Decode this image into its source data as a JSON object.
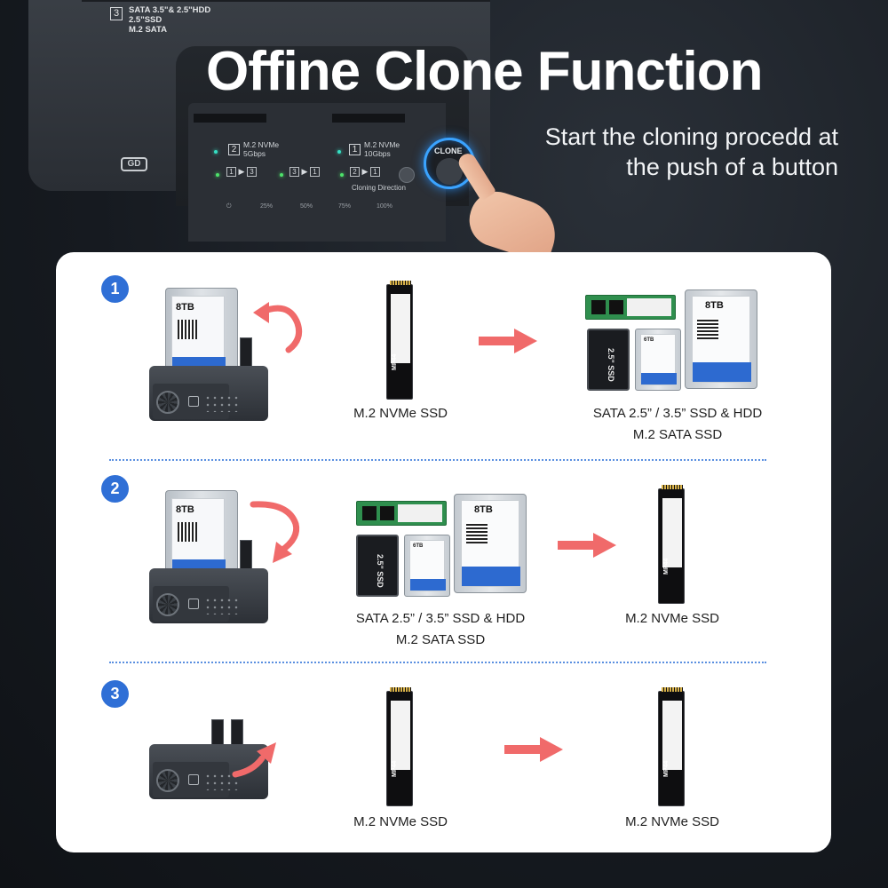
{
  "hero": {
    "headline": "Offine Clone Function",
    "subline_1": "Start the cloning procedd at",
    "subline_2": "the push of a button",
    "device": {
      "spec_num": "3",
      "spec_line_1": "SATA 3.5\"& 2.5\"HDD",
      "spec_line_2": "2.5\"SSD",
      "spec_line_3": "M.2 SATA",
      "logo": "GD",
      "port2_num": "2",
      "port2_line_1": "M.2 NVMe",
      "port2_line_2": "5Gbps",
      "port1_num": "1",
      "port1_line_1": "M.2 NVMe",
      "port1_line_2": "10Gbps",
      "dir_1_from": "1",
      "dir_1_to": "3",
      "dir_2_from": "3",
      "dir_2_to": "1",
      "dir_3_from": "2",
      "dir_3_to": "1",
      "cloning_direction": "Cloning Direction",
      "clone_button": "CLONE",
      "pct_0": "⏻",
      "pct_25": "25%",
      "pct_50": "50%",
      "pct_75": "75%",
      "pct_100": "100%"
    }
  },
  "steps": [
    {
      "number": "1",
      "source_caption": [
        "M.2 NVMe SSD"
      ],
      "target_caption": [
        "SATA 2.5” / 3.5” SSD & HDD",
        "M.2 SATA SSD"
      ]
    },
    {
      "number": "2",
      "source_caption": [
        "SATA 2.5” / 3.5” SSD & HDD",
        "M.2 SATA SSD"
      ],
      "target_caption": [
        "M.2 NVMe SSD"
      ]
    },
    {
      "number": "3",
      "source_caption": [
        "M.2 NVMe SSD"
      ],
      "target_caption": [
        "M.2 NVMe SSD"
      ]
    }
  ],
  "illustration_text": {
    "hdd_capacity": "8TB",
    "hdd_small_capacity": "6TB",
    "ssd_25_label": "2.5\" SSD",
    "nvme_brand": "MP44"
  },
  "colors": {
    "accent_blue": "#2f6fd6",
    "arrow_red": "#f06a6a",
    "clone_ring": "#3aa3ff",
    "led_teal": "#35e0c4"
  }
}
